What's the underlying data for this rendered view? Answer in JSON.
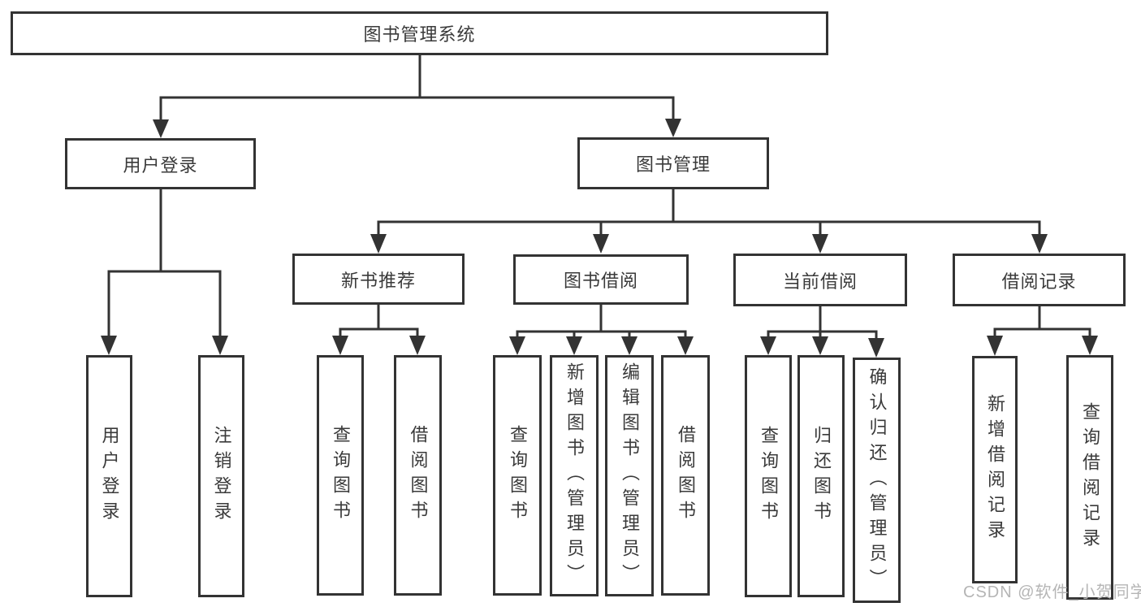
{
  "nodes": {
    "root": "图书管理系统",
    "level2": [
      "用户登录",
      "图书管理"
    ],
    "level3": [
      "新书推荐",
      "图书借阅",
      "当前借阅",
      "借阅记录"
    ],
    "leaves": {
      "user_login": [
        "用户登录",
        "注销登录"
      ],
      "new_book": [
        "查询图书",
        "借阅图书"
      ],
      "book_borrow": [
        "查询图书",
        "新增图书（管理员）",
        "编辑图书（管理员）",
        "借阅图书"
      ],
      "current_borrow": [
        "查询图书",
        "归还图书",
        "确认归还（管理员）"
      ],
      "borrow_record": [
        "新增借阅记录",
        "查询借阅记录"
      ]
    }
  },
  "watermark": "CSDN @软件_小贺同学",
  "colors": {
    "line": "#333333",
    "box_border": "#333333",
    "text": "#3a3a3a",
    "watermark": "#b5b5b5",
    "background": "#ffffff"
  }
}
